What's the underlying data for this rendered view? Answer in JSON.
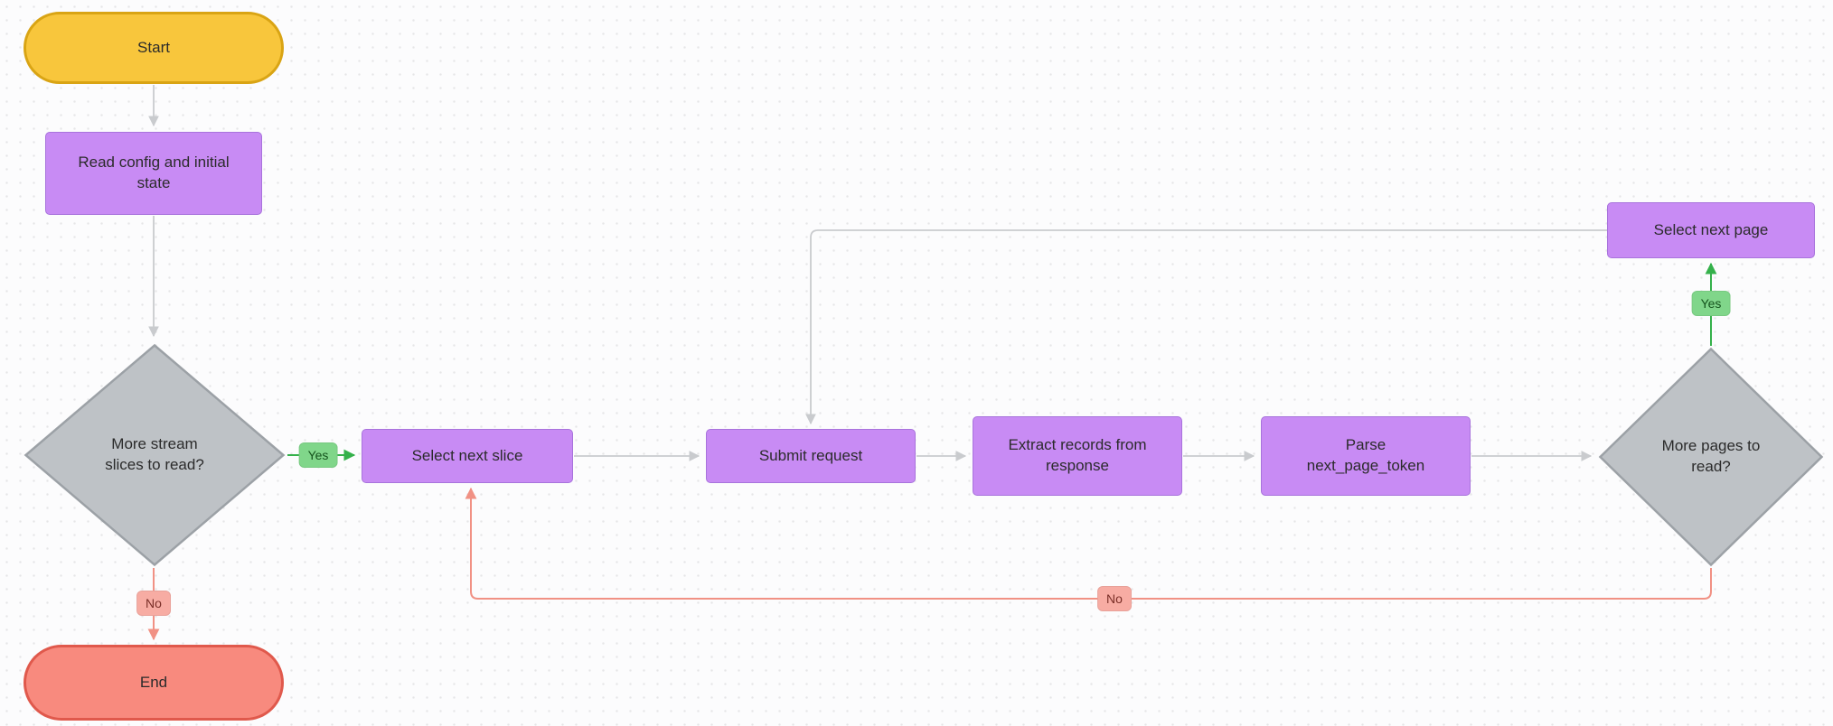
{
  "diagram": {
    "nodes": {
      "start": {
        "label": "Start"
      },
      "read_config": {
        "label": "Read config and initial\nstate"
      },
      "more_slices": {
        "label": "More stream\nslices to read?"
      },
      "select_next_slice": {
        "label": "Select next slice"
      },
      "submit_request": {
        "label": "Submit request"
      },
      "extract_records": {
        "label": "Extract records from\nresponse"
      },
      "parse_token": {
        "label": "Parse\nnext_page_token"
      },
      "more_pages": {
        "label": "More pages to\nread?"
      },
      "select_next_page": {
        "label": "Select next page"
      },
      "end": {
        "label": "End"
      }
    },
    "edge_labels": {
      "slices_yes": "Yes",
      "slices_no": "No",
      "pages_yes": "Yes",
      "pages_no": "No"
    },
    "colors": {
      "process_fill": "#c88bf4",
      "process_border": "#a873dc",
      "start_fill": "#f8c63c",
      "start_border": "#d9a414",
      "end_fill": "#f88a7e",
      "end_border": "#e0594c",
      "decision_fill": "#bec2c6",
      "decision_border": "#9ca1a6",
      "edge_default": "#c9cbce",
      "edge_yes": "#35b14b",
      "edge_no": "#f19184",
      "yes_chip_bg": "#80d68a",
      "no_chip_bg": "#f7aca3"
    }
  }
}
